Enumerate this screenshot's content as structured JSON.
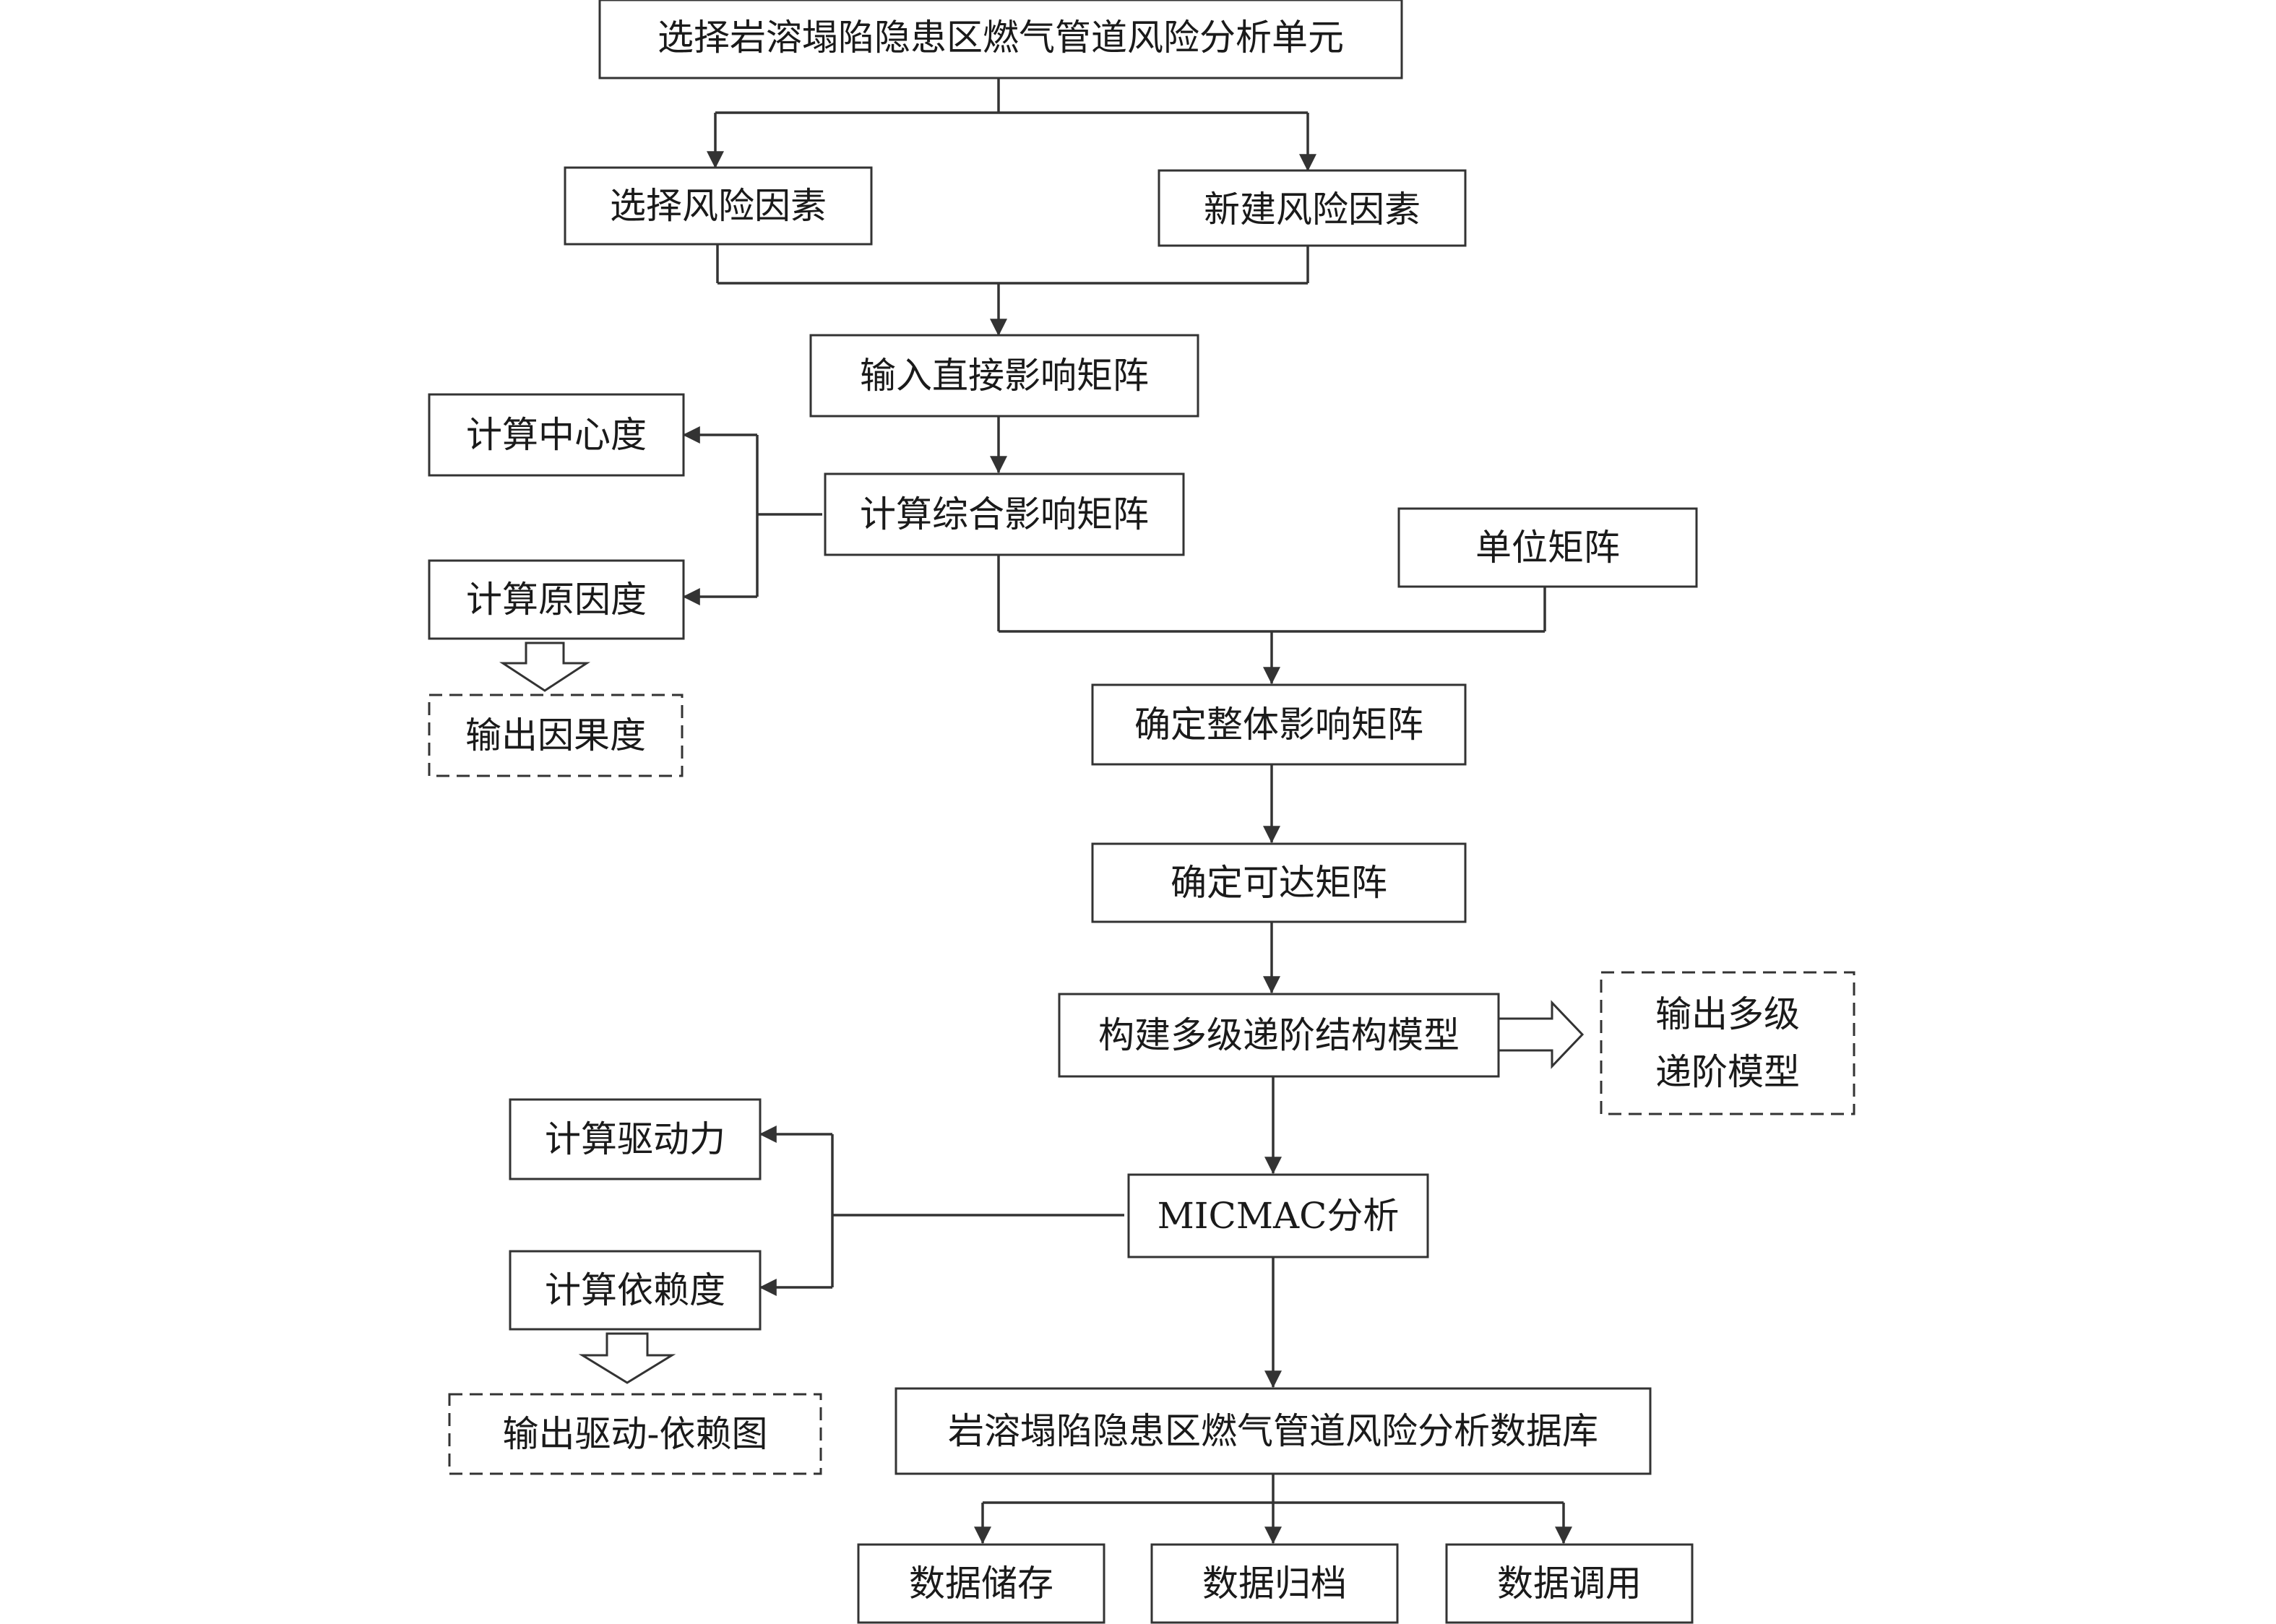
{
  "nodes": {
    "select_unit": "选择岩溶塌陷隐患区燃气管道风险分析单元",
    "select_factors": "选择风险因素",
    "new_factors": "新建风险因素",
    "input_direct_matrix": "输入直接影响矩阵",
    "calc_centrality": "计算中心度",
    "calc_composite_matrix": "计算综合影响矩阵",
    "calc_cause_degree": "计算原因度",
    "identity_matrix": "单位矩阵",
    "output_causality": "输出因果度",
    "overall_matrix": "确定整体影响矩阵",
    "reachability_matrix": "确定可达矩阵",
    "build_hierarchy_model": "构建多级递阶结构模型",
    "output_hierarchy_line1": "输出多级",
    "output_hierarchy_line2": "递阶模型",
    "calc_driving_power": "计算驱动力",
    "micmac": "MICMAC分析",
    "calc_dependence": "计算依赖度",
    "output_driving_dependence": "输出驱动-依赖图",
    "database": "岩溶塌陷隐患区燃气管道风险分析数据库",
    "data_storage": "数据储存",
    "data_archive": "数据归档",
    "data_call": "数据调用"
  },
  "colors": {
    "stroke": "#333333",
    "text": "#1a1a1a",
    "background": "#ffffff"
  }
}
